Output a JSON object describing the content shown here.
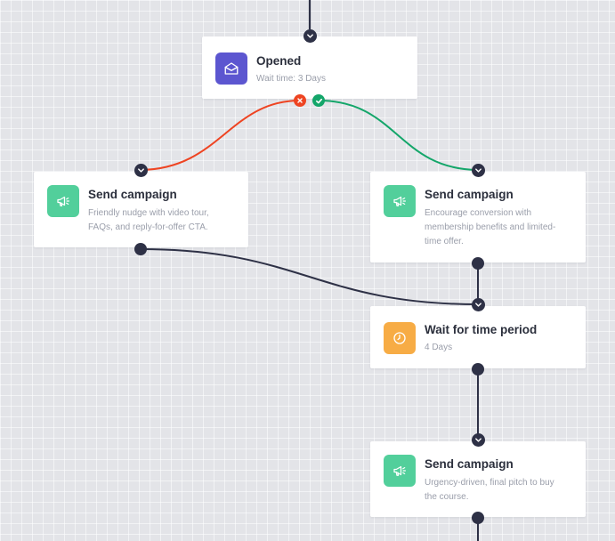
{
  "nodes": {
    "opened": {
      "title": "Opened",
      "subtitle": "Wait time: 3 Days",
      "icon": "envelope-open-icon",
      "color": "#5c56d0"
    },
    "campaign_no": {
      "title": "Send campaign",
      "description": "Friendly nudge with video tour, FAQs, and reply-for-offer CTA.",
      "icon": "megaphone-icon",
      "color": "#52cf9b"
    },
    "campaign_yes": {
      "title": "Send campaign",
      "description": "Encourage conversion with membership benefits and limited-time offer.",
      "icon": "megaphone-icon",
      "color": "#52cf9b"
    },
    "wait": {
      "title": "Wait for time period",
      "subtitle": "4 Days",
      "icon": "clock-icon",
      "color": "#f7ac45"
    },
    "campaign_final": {
      "title": "Send campaign",
      "description": "Urgency-driven, final pitch to buy the course.",
      "icon": "megaphone-icon",
      "color": "#52cf9b"
    }
  },
  "branches": {
    "no": {
      "icon": "x-icon",
      "color": "#ee4422"
    },
    "yes": {
      "icon": "check-icon",
      "color": "#14a66a"
    }
  },
  "colors": {
    "connector": "#2e3146",
    "canvas": "#e3e4e8"
  }
}
